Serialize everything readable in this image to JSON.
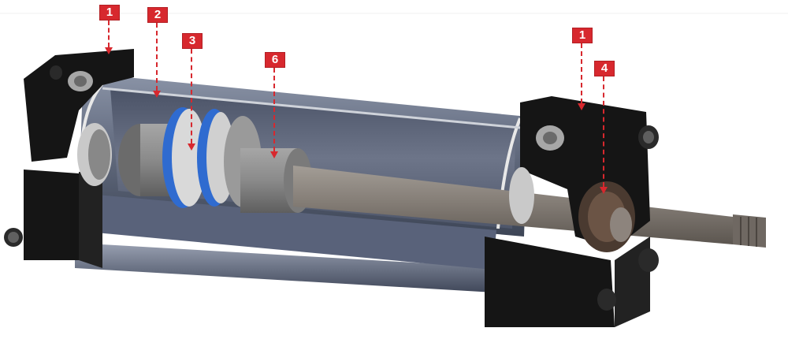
{
  "diagram": {
    "subject": "cylinder-cutaway",
    "callouts": [
      {
        "id": "callout-1-left",
        "label": "1"
      },
      {
        "id": "callout-2",
        "label": "2"
      },
      {
        "id": "callout-3",
        "label": "3"
      },
      {
        "id": "callout-6",
        "label": "6"
      },
      {
        "id": "callout-1-right",
        "label": "1"
      },
      {
        "id": "callout-4",
        "label": "4"
      }
    ],
    "colors": {
      "callout": "#d7282e",
      "end_cap": "#151515",
      "barrel": "#5f6a80",
      "seal_blue": "#2f6bd0",
      "rod": "#7d7670"
    }
  }
}
